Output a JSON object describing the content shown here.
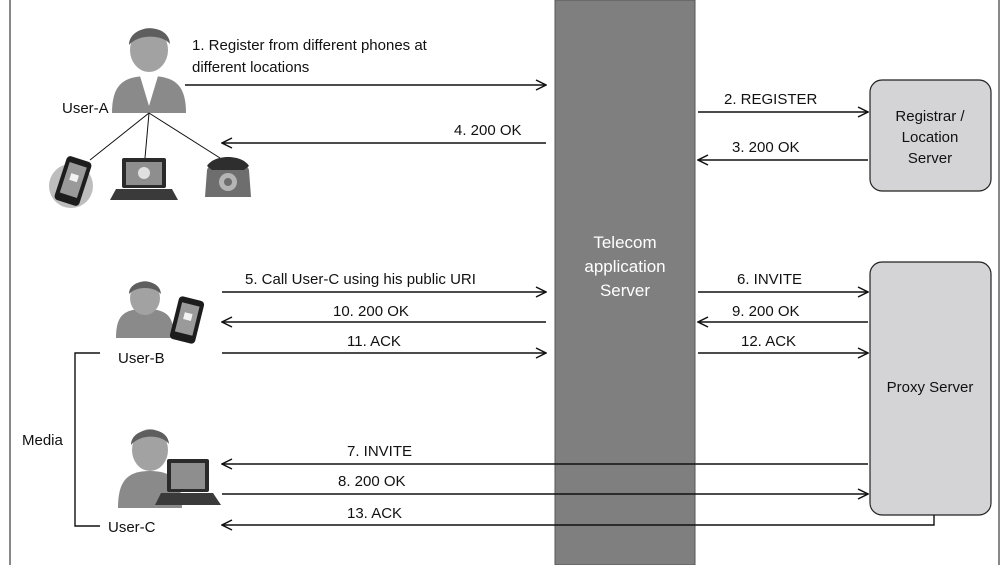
{
  "server": {
    "line1": "Telecom",
    "line2": "application",
    "line3": "Server"
  },
  "registrar": {
    "line1": "Registrar /",
    "line2": "Location",
    "line3": "Server"
  },
  "proxy": {
    "label": "Proxy Server"
  },
  "users": {
    "a": "User-A",
    "b": "User-B",
    "c": "User-C"
  },
  "media": "Media",
  "messages": {
    "m1_line1": "1. Register from different phones at",
    "m1_line2": "different locations",
    "m2": "2. REGISTER",
    "m3": "3. 200 OK",
    "m4": "4. 200 OK",
    "m5": "5. Call User-C using his public URI",
    "m6": "6. INVITE",
    "m7": "7. INVITE",
    "m8": "8. 200 OK",
    "m9": "9. 200 OK",
    "m10": "10. 200 OK",
    "m11": "11. ACK",
    "m12": "12. ACK",
    "m13": "13. ACK"
  },
  "colors": {
    "server": "#7f7f80",
    "box": "#d4d4d6",
    "person": "#8a8a8a",
    "line": "#111111"
  },
  "icons": [
    "user-a-avatar-icon",
    "smartphone-icon",
    "laptop-icon",
    "desk-phone-icon",
    "user-b-avatar-icon",
    "user-c-avatar-icon"
  ]
}
